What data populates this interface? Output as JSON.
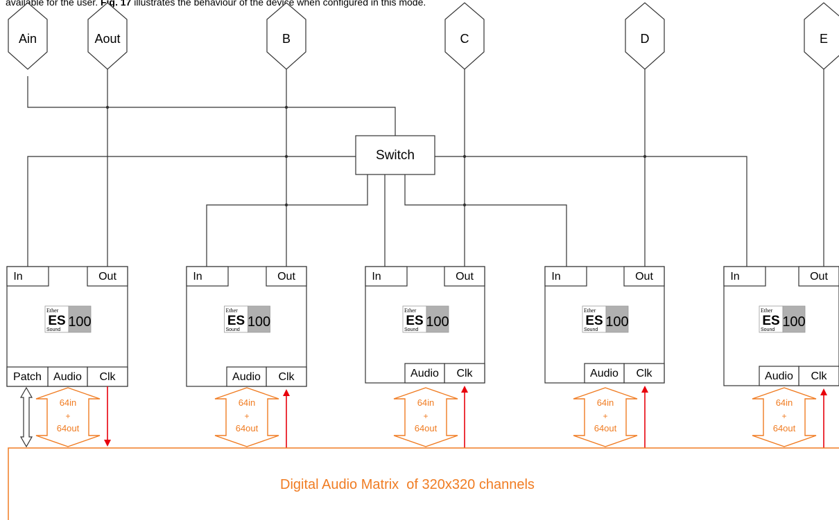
{
  "intro": {
    "before": "available for the user. ",
    "fig": "Fig. 17",
    "after": " illustrates the behaviour of the device when configured in this mode."
  },
  "connectors": [
    "Ain",
    "Aout",
    "B",
    "C",
    "D",
    "E"
  ],
  "switch_label": "Switch",
  "device": {
    "in": "In",
    "out": "Out",
    "patch": "Patch",
    "audio": "Audio",
    "clk": "Clk",
    "logo_top": "Ether",
    "logo_es": "ES",
    "logo_bottom": "Sound",
    "logo_num": "100"
  },
  "flow": {
    "line1": "64in",
    "line2": "+",
    "line3": "64out"
  },
  "matrix_label": "Digital Audio Matrix  of 320x320 channels",
  "colors": {
    "orange": "#f07c22",
    "red": "#e8000b",
    "line": "#333333",
    "logo_gray": "#b0b0b0"
  }
}
